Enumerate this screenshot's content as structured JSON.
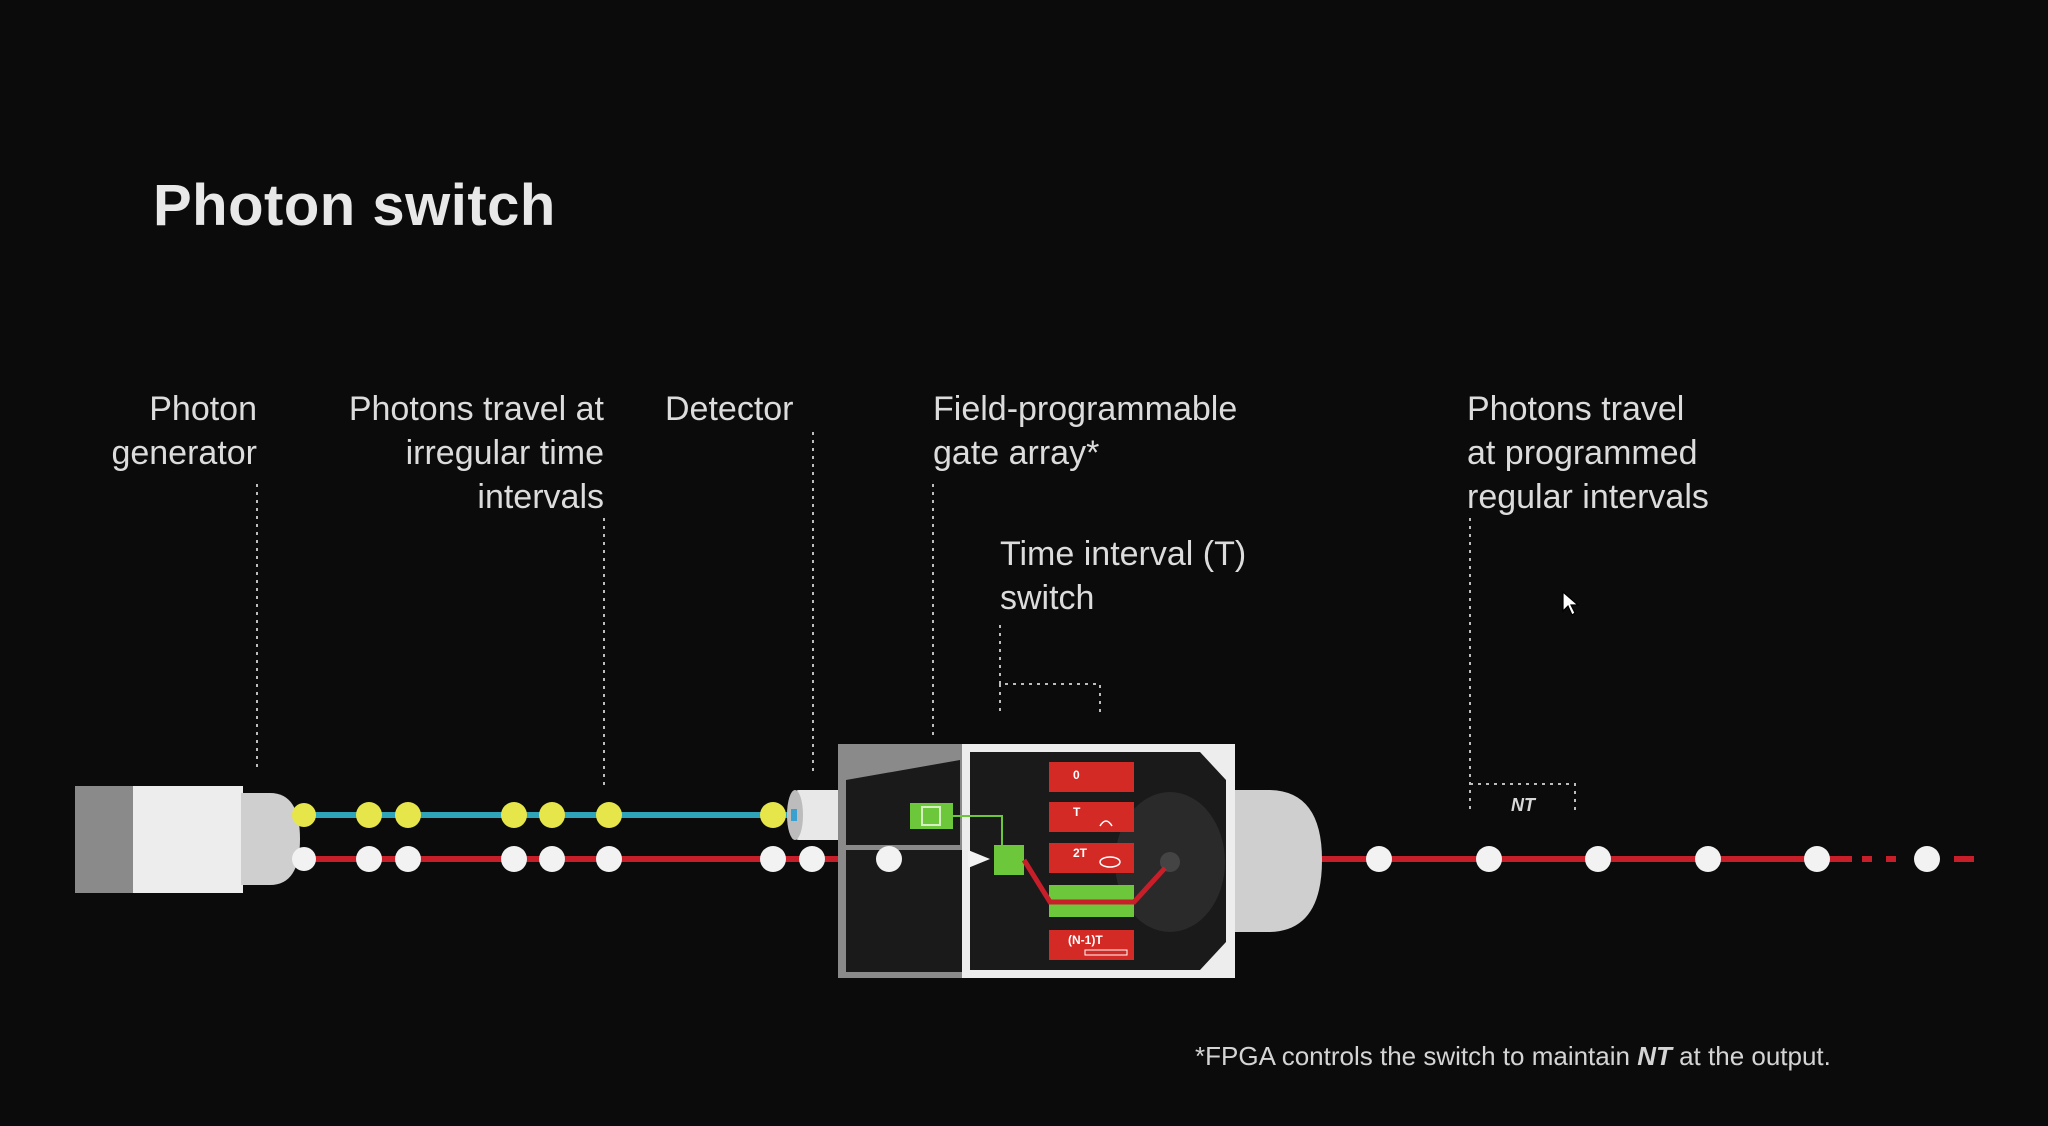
{
  "title": "Photon switch",
  "labels": {
    "photon_generator": "Photon\ngenerator",
    "irregular": "Photons travel at\nirregular time\nintervals",
    "detector": "Detector",
    "fpga": "Field-programmable\ngate array*",
    "time_switch": "Time interval (T)\nswitch",
    "regular": "Photons travel\nat programmed\nregular intervals",
    "nt": "NT"
  },
  "switch_slots": [
    "0",
    "T",
    "2T",
    "",
    "(N-1)T"
  ],
  "footnote": {
    "mark": "*",
    "before": "FPGA controls the switch to maintain ",
    "emph": "NT",
    "after": " at the output."
  },
  "colors": {
    "background": "#0b0b0b",
    "signal_line": "#2fa4b8",
    "photon_line": "#c81e2a",
    "signal_photon": "#e6e64a",
    "photon": "#f2f2f2",
    "slot": "#d42a26",
    "active_slot": "#6cc83a"
  },
  "icons": [
    "cursor-icon"
  ]
}
